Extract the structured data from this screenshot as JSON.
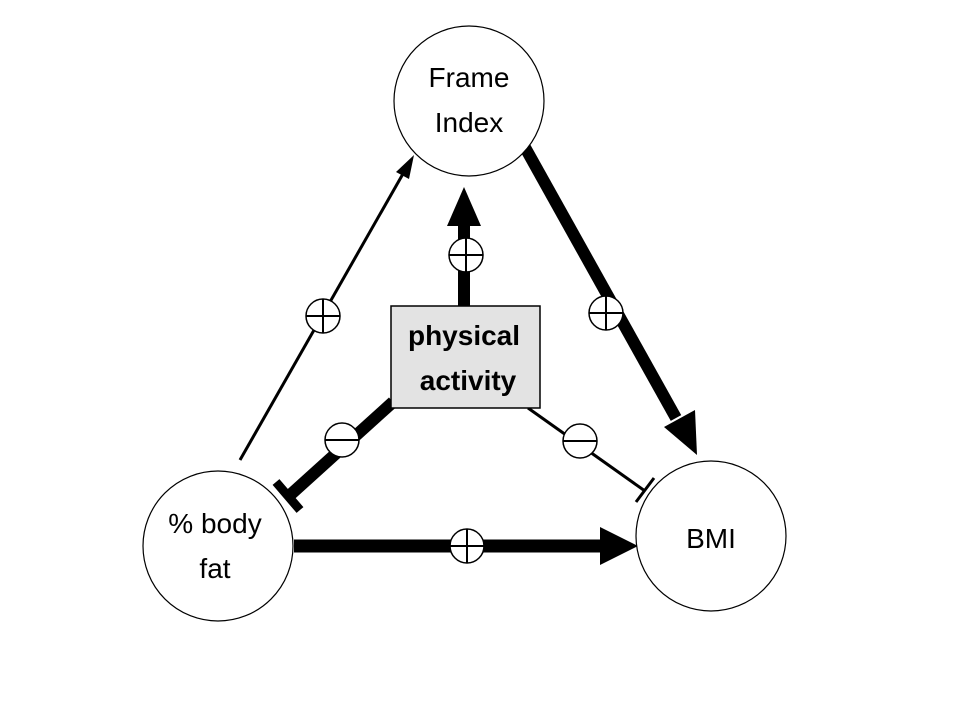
{
  "nodes": {
    "frame_index": {
      "line1": "Frame",
      "line2": "Index"
    },
    "body_fat": {
      "line1": "% body",
      "line2": "fat"
    },
    "bmi": {
      "label": "BMI"
    },
    "physical_activity": {
      "line1": "physical",
      "line2": "activity"
    }
  },
  "edges": [
    {
      "from": "% body fat",
      "to": "Frame Index",
      "sign": "plus",
      "type": "activation",
      "weight": "thin"
    },
    {
      "from": "Frame Index",
      "to": "BMI",
      "sign": "plus",
      "type": "activation",
      "weight": "thick"
    },
    {
      "from": "% body fat",
      "to": "BMI",
      "sign": "plus",
      "type": "activation",
      "weight": "thick"
    },
    {
      "from": "physical activity",
      "to": "Frame Index",
      "sign": "plus",
      "type": "activation",
      "weight": "thick"
    },
    {
      "from": "physical activity",
      "to": "% body fat",
      "sign": "minus",
      "type": "inhibition",
      "weight": "thick"
    },
    {
      "from": "physical activity",
      "to": "BMI",
      "sign": "minus",
      "type": "inhibition",
      "weight": "thin"
    }
  ],
  "colors": {
    "box_fill": "#e3e3e3",
    "line": "#000000",
    "background": "#ffffff"
  }
}
